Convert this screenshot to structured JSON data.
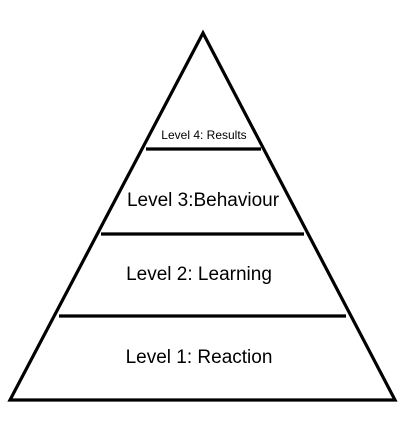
{
  "diagram": {
    "levels": [
      {
        "label": "Level 4: Results"
      },
      {
        "label": "Level 3:Behaviour"
      },
      {
        "label": "Level 2: Learning"
      },
      {
        "label": "Level 1: Reaction"
      }
    ]
  }
}
